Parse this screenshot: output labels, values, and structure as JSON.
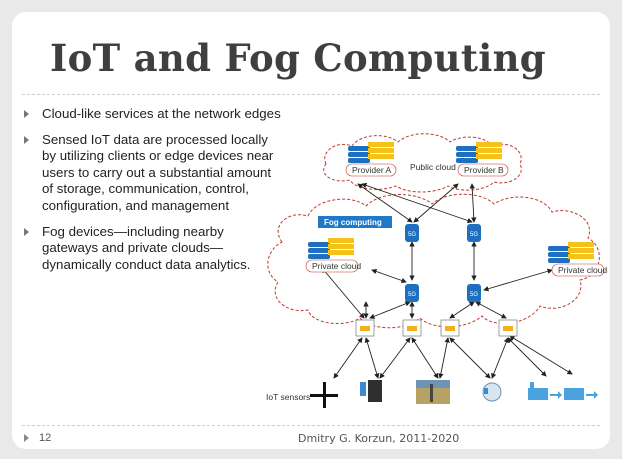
{
  "slide": {
    "title": "IoT and Fog Computing",
    "bullets": [
      "Cloud-like services at the network edges",
      "Sensed IoT data are processed locally by utilizing clients or edge devices near users to carry out a substantial amount of storage, communication, control, configuration, and management",
      "Fog devices—including nearby gateways and private clouds—dynamically conduct data analytics."
    ],
    "page_number": "12",
    "footer": "Dmitry G.  Korzun, 2011-2020"
  },
  "diagram": {
    "provider_a": "Provider A",
    "provider_b": "Provider B",
    "public_cloud": "Public cloud",
    "fog_computing": "Fog computing",
    "private_cloud_left": "Private cloud",
    "private_cloud_right": "Private cloud",
    "iot_sensors": "IoT sensors",
    "node_label": "5G",
    "colors": {
      "fog_banner": "#1f78c8",
      "database": "#1e6fc0",
      "server_stack": "#f4c21b",
      "cloud_outline": "#c0392b",
      "router": "#f3b01c"
    }
  }
}
